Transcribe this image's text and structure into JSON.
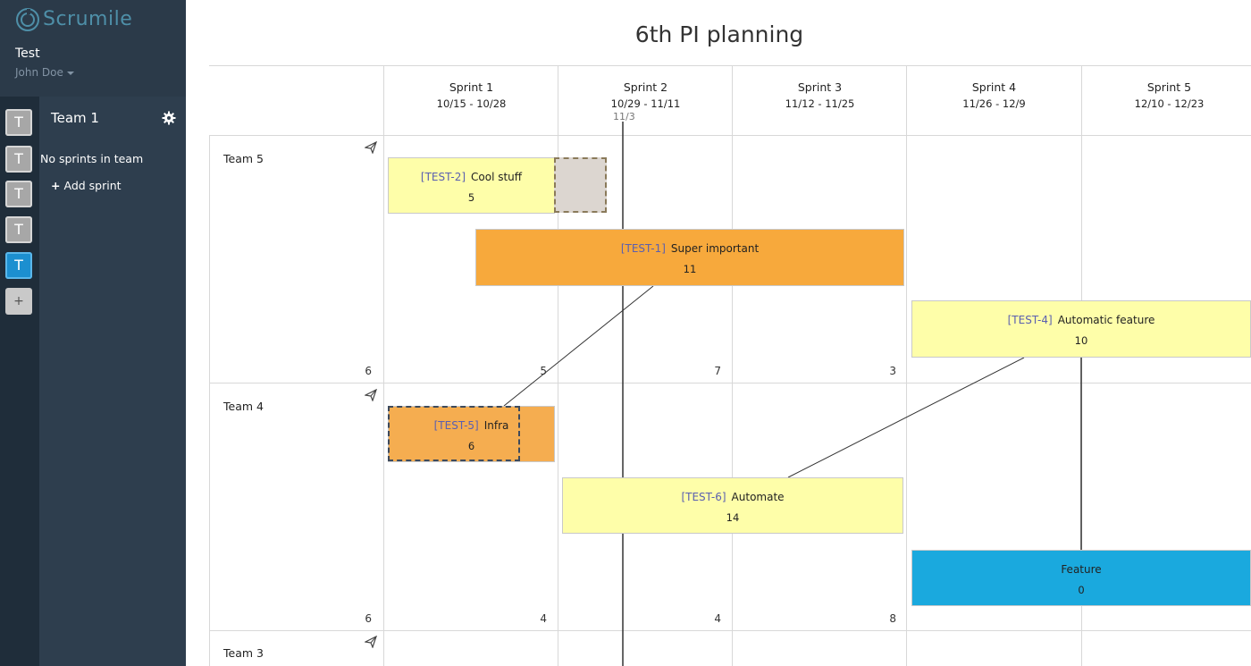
{
  "app": {
    "name": "Scrumile",
    "project": "Test",
    "user": "John Doe"
  },
  "sidebar": {
    "team_tiles": [
      "T",
      "T",
      "T",
      "T",
      "T"
    ],
    "add_tile": "+",
    "panel_title": "Team 1",
    "no_sprints": "No sprints in team",
    "add_sprint": "Add sprint"
  },
  "board": {
    "title": "6th PI planning",
    "today_label": "11/3",
    "sprints": [
      {
        "name": "Sprint 1",
        "dates": "10/15 - 10/28"
      },
      {
        "name": "Sprint 2",
        "dates": "10/29 - 11/11"
      },
      {
        "name": "Sprint 3",
        "dates": "11/12 - 11/25"
      },
      {
        "name": "Sprint 4",
        "dates": "11/26 - 12/9"
      },
      {
        "name": "Sprint 5",
        "dates": "12/10 - 12/23"
      }
    ],
    "teams": [
      {
        "name": "Team 5",
        "capacities": [
          "6",
          "5",
          "7",
          "3"
        ]
      },
      {
        "name": "Team 4",
        "capacities": [
          "6",
          "4",
          "4",
          "8"
        ]
      },
      {
        "name": "Team 3"
      }
    ],
    "features": {
      "test2": {
        "key": "[TEST-2]",
        "title": "Cool stuff",
        "points": "5"
      },
      "test1": {
        "key": "[TEST-1]",
        "title": "Super important",
        "points": "11"
      },
      "test4": {
        "key": "[TEST-4]",
        "title": "Automatic feature",
        "points": "10"
      },
      "test5": {
        "key": "[TEST-5]",
        "title": "Infra",
        "points": "6"
      },
      "test6": {
        "key": "[TEST-6]",
        "title": "Automate",
        "points": "14"
      },
      "feature": {
        "key": "",
        "title": "Feature",
        "points": "0"
      }
    }
  },
  "colors": {
    "sidebar": "#2e3e4e",
    "rail": "#1f2d3a",
    "active": "#1c8fd0",
    "yellow": "#fefea9",
    "orange": "#f7a93c",
    "blue": "#1aa9de"
  }
}
